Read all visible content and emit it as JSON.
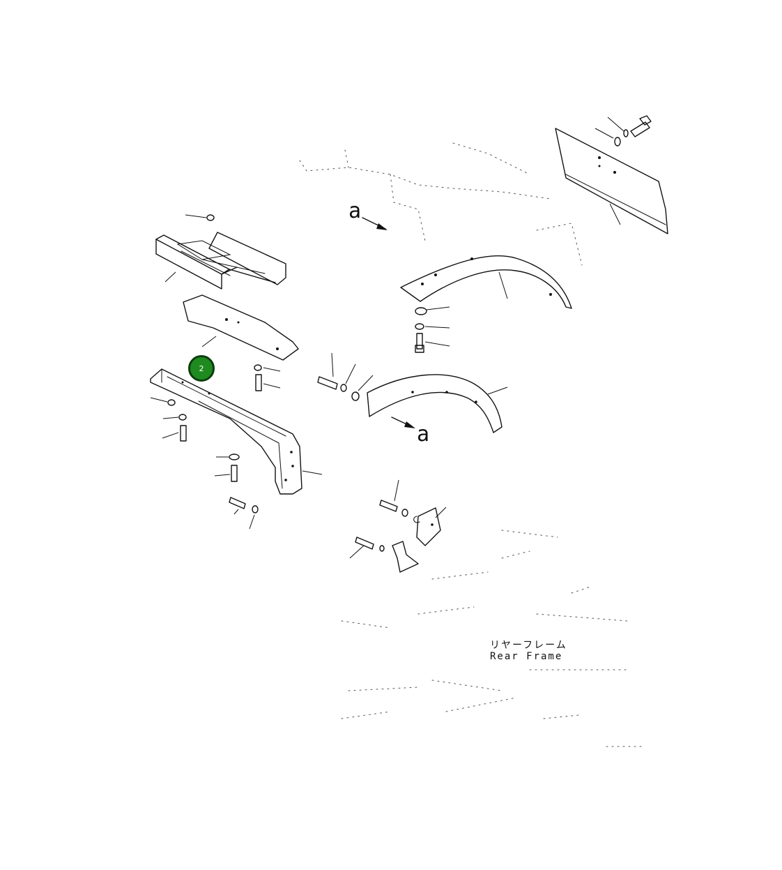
{
  "diagram": {
    "caption_jp": "リヤーフレーム",
    "caption_en": "Rear Frame",
    "arrow_labels": [
      "a",
      "a"
    ]
  },
  "marker": {
    "label": "2",
    "color": "#1f8a1f"
  }
}
